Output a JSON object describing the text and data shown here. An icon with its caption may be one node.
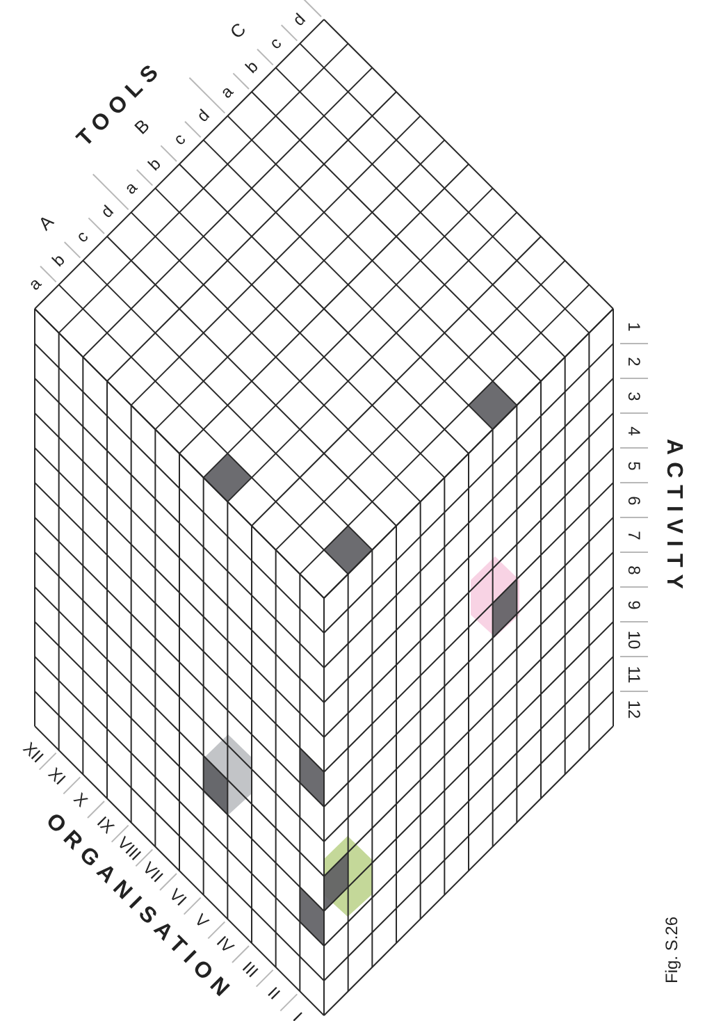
{
  "diagram": {
    "caption": "Fig. S.26",
    "labels": [
      "TOOLS",
      "A",
      "a",
      "b",
      "c",
      "d",
      "B",
      "a",
      "b",
      "c",
      "d",
      "C",
      "a",
      "b",
      "c",
      "d",
      "ACTIVITY",
      "1",
      "2",
      "3",
      "4",
      "5",
      "6",
      "7",
      "8",
      "9",
      "10",
      "11",
      "12",
      "XII",
      "XI",
      "X",
      "IX",
      "VIII",
      "VII",
      "VI",
      "V",
      "IV",
      "III",
      "II",
      "I",
      "ORGANISATION"
    ]
  }
}
